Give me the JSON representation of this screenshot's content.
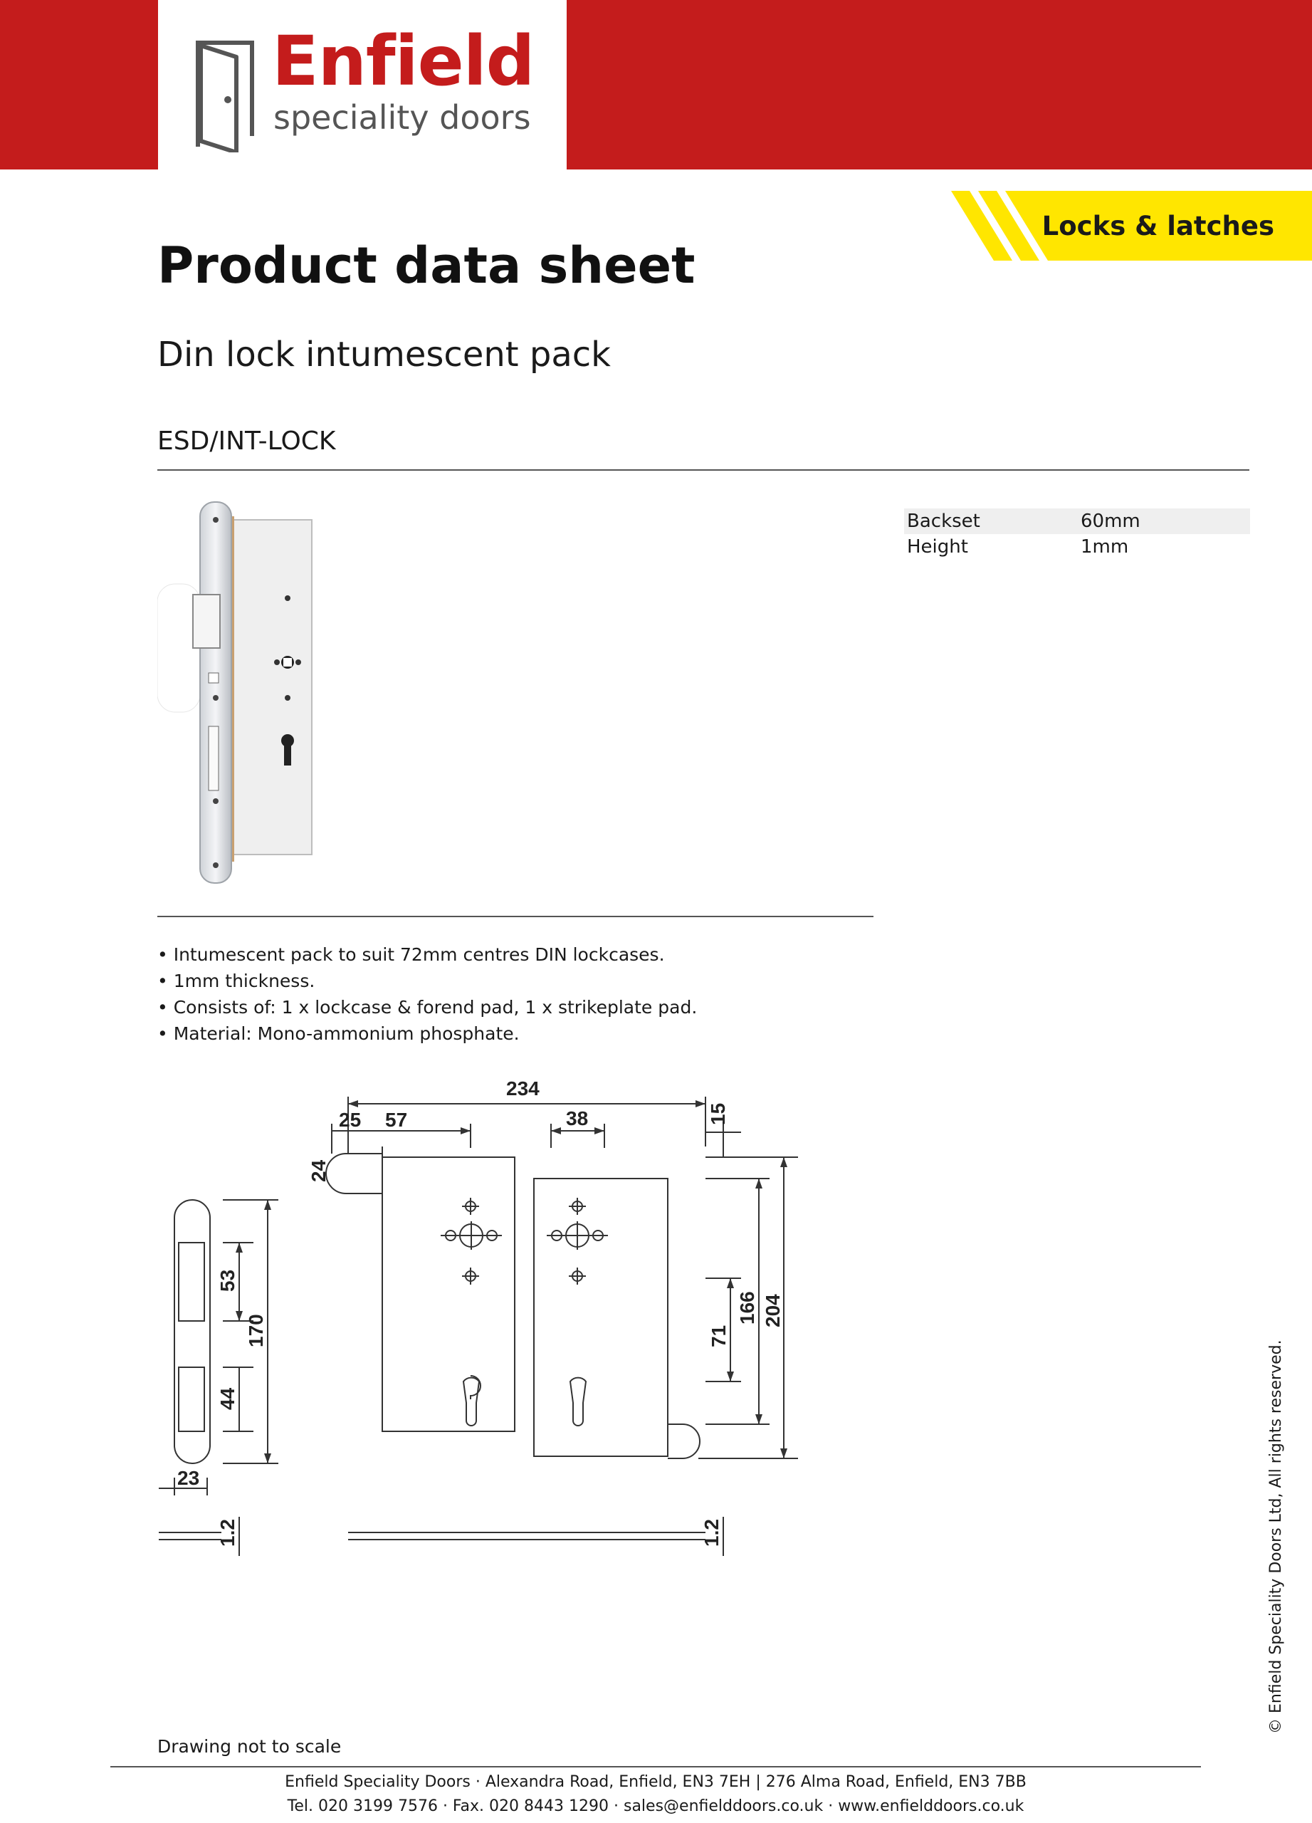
{
  "brand": {
    "name": "Enfield",
    "tagline": "speciality doors",
    "colors": {
      "red": "#c41c1c",
      "yellow": "#ffe600",
      "gray": "#555555"
    }
  },
  "category": {
    "label": "Locks & latches"
  },
  "title": "Product data sheet",
  "product_name": "Din lock intumescent pack",
  "product_code": "ESD/INT-LOCK",
  "specs": [
    {
      "key": "Backset",
      "value": "60mm"
    },
    {
      "key": "Height",
      "value": "1mm"
    }
  ],
  "features": [
    "Intumescent pack to suit 72mm centres DIN lockcases.",
    "1mm thickness.",
    "Consists of: 1 x lockcase & forend pad, 1 x strikeplate pad.",
    "Material: Mono-ammonium phosphate."
  ],
  "drawing": {
    "dims": {
      "overall_width": "234",
      "d25": "25",
      "d57": "57",
      "d38": "38",
      "d15": "15",
      "d24": "24",
      "d53": "53",
      "d170": "170",
      "d44": "44",
      "d23": "23",
      "d1_2_left": "1.2",
      "d71": "71",
      "d166": "166",
      "d204": "204",
      "d1_2_right": "1.2"
    }
  },
  "note": "Drawing not to scale",
  "footer": {
    "line1": "Enfield Speciality Doors · Alexandra Road, Enfield, EN3 7EH | 276 Alma Road, Enfield, EN3 7BB",
    "line2": "Tel. 020 3199 7576 · Fax. 020 8443 1290 · sales@enfielddoors.co.uk · www.enfielddoors.co.uk"
  },
  "copyright": "© Enfield Speciality Doors Ltd, All rights reserved."
}
